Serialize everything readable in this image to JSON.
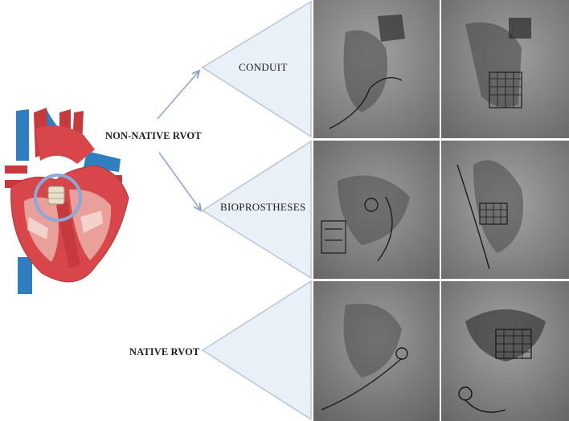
{
  "root_label": "NON-NATIVE RVOT",
  "native_label": "NATIVE RVOT",
  "categories": [
    {
      "key": "conduit",
      "label": "CONDUIT"
    },
    {
      "key": "bioprostheses",
      "label": "BIOPROSTHESES"
    },
    {
      "key": "native",
      "label": ""
    }
  ],
  "colors": {
    "arrow": "#8ea3cc",
    "wedge_fill": "#e9f0f8",
    "wedge_stroke": "#b9c6d3",
    "heart_red": "#d8464a",
    "vessel_blue": "#2f7fc0",
    "ring": "#8aa8d8"
  }
}
